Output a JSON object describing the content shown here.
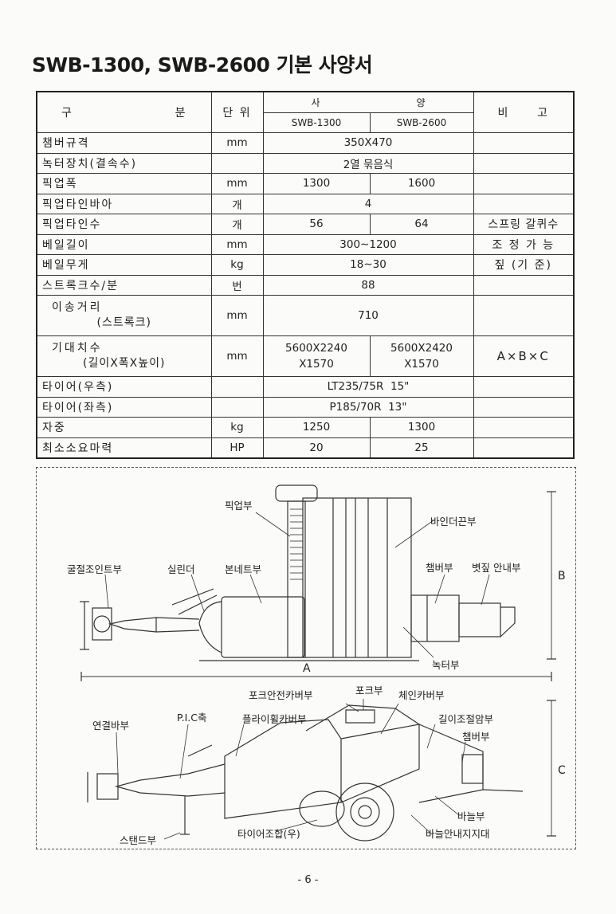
{
  "title": "SWB-1300, SWB-2600 기본 사양서",
  "table": {
    "header": {
      "item": "구 분",
      "unit": "단 위",
      "spec": "사 양",
      "model1": "SWB-1300",
      "model2": "SWB-2600",
      "note": "비 고"
    },
    "rows": [
      {
        "item": "챔버규격",
        "unit": "mm",
        "value": "350X470",
        "note": ""
      },
      {
        "item": "녹터장치(결속수)",
        "unit": "",
        "value": "2열 묶음식",
        "note": ""
      },
      {
        "item": "픽업폭",
        "unit": "mm",
        "v1": "1300",
        "v2": "1600",
        "note": ""
      },
      {
        "item": "픽업타인바아",
        "unit": "개",
        "value": "4",
        "note": ""
      },
      {
        "item": "픽업타인수",
        "unit": "개",
        "v1": "56",
        "v2": "64",
        "note": "스프링 갈퀴수"
      },
      {
        "item": "베일길이",
        "unit": "mm",
        "value": "300∼1200",
        "note": "조 정 가 능"
      },
      {
        "item": "베일무게",
        "unit": "kg",
        "value": "18∼30",
        "note": "짚 (기 준)"
      },
      {
        "item": "스트록크수/분",
        "unit": "번",
        "value": "88",
        "note": ""
      },
      {
        "item": "이송거리",
        "item_sub": "(스트록크)",
        "unit": "mm",
        "value": "710",
        "note": ""
      },
      {
        "item": "기대치수",
        "item_sub": "(길이X폭X높이)",
        "unit": "mm",
        "v1": "5600X2240",
        "v1b": "X1570",
        "v2": "5600X2420",
        "v2b": "X1570",
        "note": "A×B×C"
      },
      {
        "item": "타이어(우측)",
        "unit": "",
        "value": "LT235/75R  15\"",
        "note": ""
      },
      {
        "item": "타이어(좌측)",
        "unit": "",
        "value": "P185/70R  13\"",
        "note": ""
      },
      {
        "item": "자중",
        "unit": "kg",
        "v1": "1250",
        "v2": "1300",
        "note": ""
      },
      {
        "item": "최소소요마력",
        "unit": "HP",
        "v1": "20",
        "v2": "25",
        "note": ""
      }
    ]
  },
  "diagram": {
    "top": {
      "pickup": "픽업부",
      "binder": "바인더끈부",
      "joint": "굴절조인트부",
      "cylinder": "실린더",
      "bonnet": "본네트부",
      "chamber": "챔버부",
      "straw_guide": "볏짚 안내부",
      "knotter": "녹터부",
      "dim_a": "A",
      "dim_b": "B"
    },
    "bottom": {
      "fork_cover": "포크안전카버부",
      "fork": "포크부",
      "chain_cover": "체인카버부",
      "link_bar": "연결바부",
      "pic_shaft": "P.I.C축",
      "flywheel_cover": "플라이휠카버부",
      "length_adj": "길이조절암부",
      "chamber": "챔버부",
      "needle": "바늘부",
      "stand": "스탠드부",
      "tire": "타이어조합(우)",
      "needle_guide": "바늘안내지지대",
      "dim_c": "C"
    }
  },
  "page_number": "- 6 -"
}
